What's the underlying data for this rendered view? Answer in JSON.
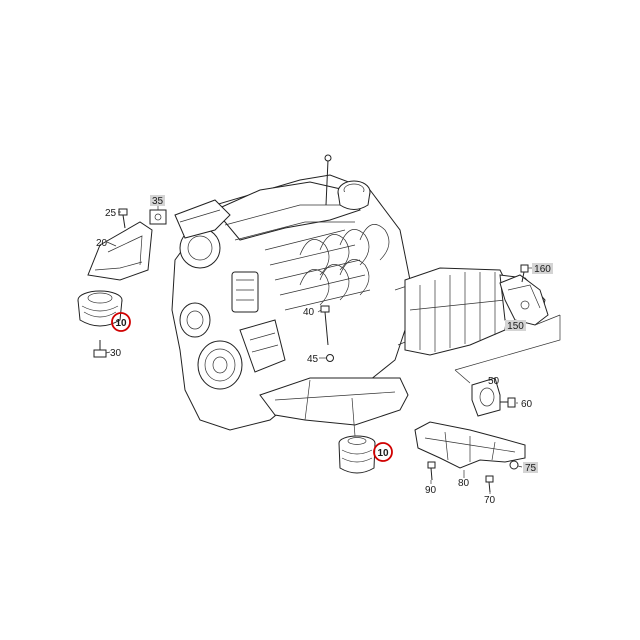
{
  "labels": {
    "p10a": "10",
    "p10b": "10",
    "p20": "20",
    "p25": "25",
    "p30": "30",
    "p35": "35",
    "p40": "40",
    "p45": "45",
    "p50": "50",
    "p60": "60",
    "p70": "70",
    "p75": "75",
    "p80": "80",
    "p90": "90",
    "p150": "150",
    "p160": "160"
  },
  "colors": {
    "highlight_circle": "#d00000",
    "label_box": "#d4d4d4"
  }
}
